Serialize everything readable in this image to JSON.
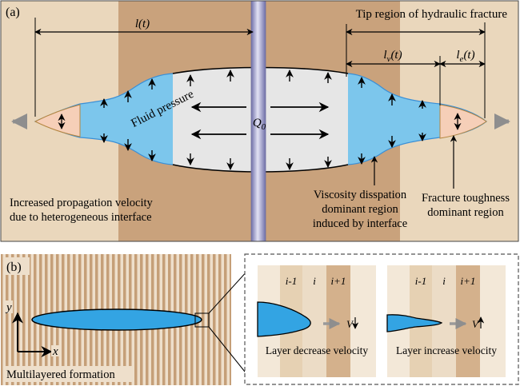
{
  "panel_a": {
    "label": "(a)",
    "dim_l": "l(t)",
    "tip_title": "Tip region of hydraulic fracture",
    "dim_lv": "lv(t)",
    "dim_le": "le(t)",
    "fluid_pressure": "Fluid pressure",
    "q0": "Q0",
    "left_note_1": "Increased propagation velocity",
    "left_note_2": "due to heterogeneous interface",
    "visc_note_1": "Viscosity disspation",
    "visc_note_2": "dominant region",
    "visc_note_3": "induced by interface",
    "tough_note_1": "Fracture toughness",
    "tough_note_2": "dominant region"
  },
  "panel_b": {
    "label": "(b)",
    "axis_y": "y",
    "axis_x": "x",
    "formation_caption": "Multilayered formation",
    "layer_labels": [
      "i-1",
      "i",
      "i+1"
    ],
    "inset_left_caption": "Layer decrease velocity",
    "inset_right_caption": "Layer increase velocity",
    "velocity_symbol": "V"
  },
  "colors": {
    "light_sand": "#ead7bc",
    "dark_sand": "#c9a27c",
    "fluid_blue": "#7cc6ec",
    "lag_gray": "#e6e6e6",
    "tip_pink": "#f6cfb8",
    "crack_blue": "#33a4e3",
    "stripe_dark": "#c59f78",
    "stripe_light": "#eedfcb",
    "well_gray": "#a8a8d0"
  }
}
